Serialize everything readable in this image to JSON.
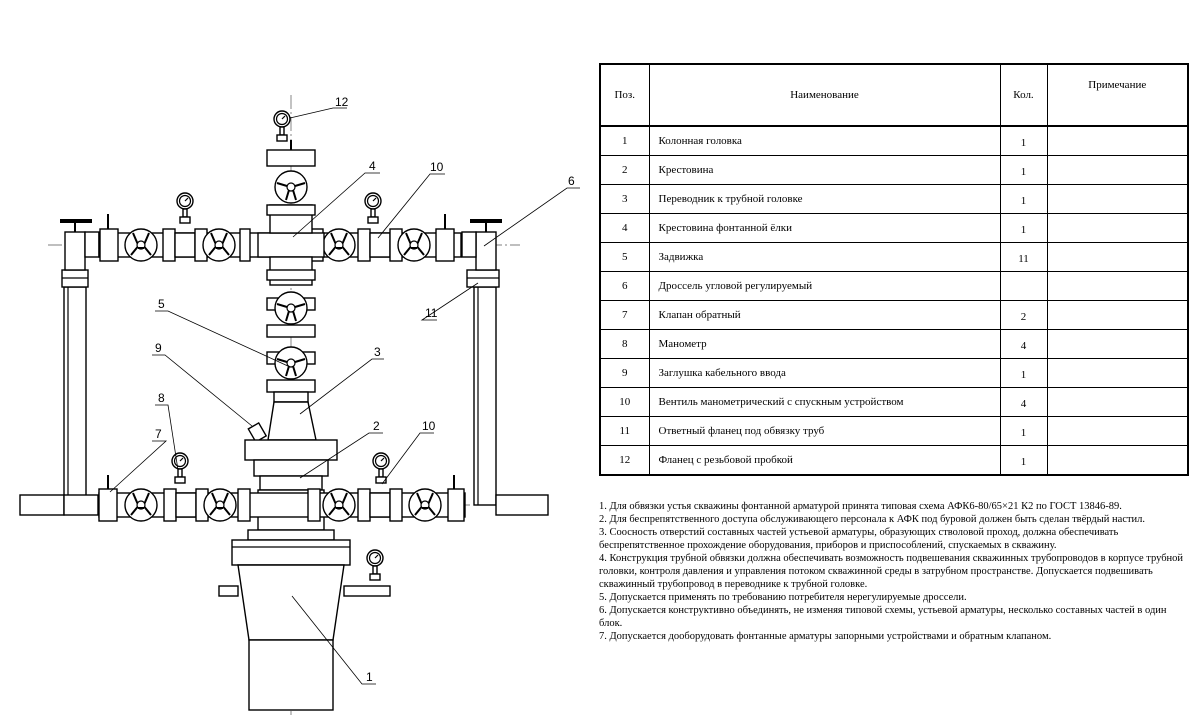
{
  "spec_table": {
    "headers": {
      "pos": "Поз.",
      "name": "Наименование",
      "qty": "Кол.",
      "note": "Примечание"
    },
    "rows": [
      {
        "pos": "1",
        "name": "Колонная головка",
        "qty": "1",
        "note": ""
      },
      {
        "pos": "2",
        "name": "Крестовина",
        "qty": "1",
        "note": ""
      },
      {
        "pos": "3",
        "name": "Переводник к трубной головке",
        "qty": "1",
        "note": ""
      },
      {
        "pos": "4",
        "name": "Крестовина фонтанной ёлки",
        "qty": "1",
        "note": ""
      },
      {
        "pos": "5",
        "name": "Задвижка",
        "qty": "11",
        "note": ""
      },
      {
        "pos": "6",
        "name": "Дроссель угловой регулируемый",
        "qty": "",
        "note": ""
      },
      {
        "pos": "7",
        "name": "Клапан обратный",
        "qty": "2",
        "note": ""
      },
      {
        "pos": "8",
        "name": "Манометр",
        "qty": "4",
        "note": ""
      },
      {
        "pos": "9",
        "name": "Заглушка кабельного ввода",
        "qty": "1",
        "note": ""
      },
      {
        "pos": "10",
        "name": "Вентиль манометрический с спускным устройством",
        "qty": "4",
        "note": ""
      },
      {
        "pos": "11",
        "name": "Ответный фланец под обвязку труб",
        "qty": "1",
        "note": ""
      },
      {
        "pos": "12",
        "name": "Фланец с резьбовой пробкой",
        "qty": "1",
        "note": ""
      }
    ]
  },
  "notes": [
    "1. Для обвязки устья скважины фонтанной арматурой принята типовая схема АФК6-80/65×21 К2 по ГОСТ 13846-89.",
    "2. Для беспрепятственного доступа обслуживающего персонала к АФК под буровой должен быть сделан твёрдый настил.",
    "3. Соосность отверстий составных частей устьевой арматуры, образующих стволовой проход, должна обеспечивать беспрепятственное прохождение оборудования, приборов и приспособлений, спускаемых в скважину.",
    "4. Конструкция трубной обвязки должна обеспечивать возможность подвешевания скважинных трубопроводов в корпусе трубной головки, контроля давления и управления потоком скважинной среды в затрубном пространстве. Допускается подвешивать скважинный трубопровод в переводнике к трубной головке.",
    "5. Допускается применять по требованию потребителя нерегулируемые дроссели.",
    "6. Допускается конструктивно объединять, не изменяя типовой схемы, устьевой арматуры, несколько составных частей в один блок.",
    "7. Допускается дооборудовать фонтанные арматуры запорными устройствами и обратным клапаном."
  ],
  "callouts": [
    "1",
    "2",
    "3",
    "4",
    "5",
    "6",
    "7",
    "8",
    "9",
    "10",
    "10",
    "11",
    "12"
  ]
}
